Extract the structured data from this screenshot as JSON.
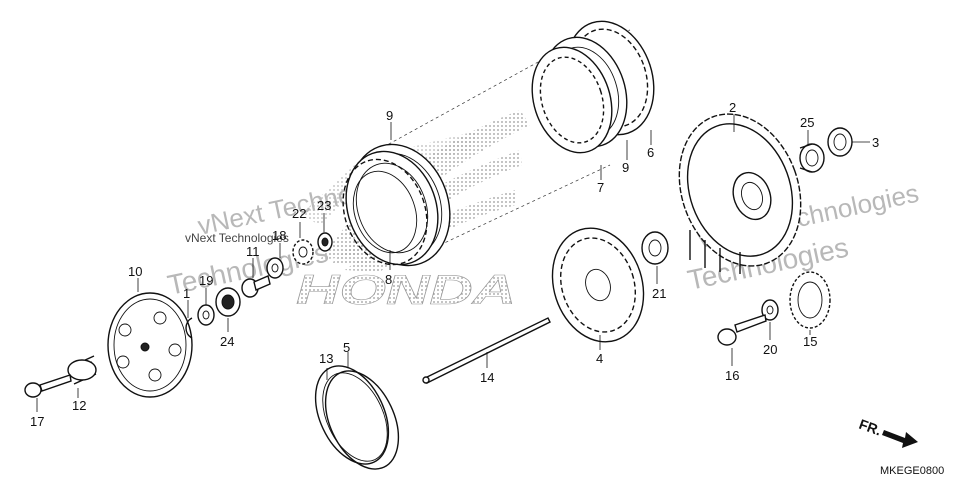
{
  "logo": {
    "text": "HONDA"
  },
  "watermarks": [
    "vNext Technologies",
    "Technologies",
    "vNext Technologies",
    "Technologies",
    "vNext Technologies"
  ],
  "direction": {
    "label": "FR."
  },
  "diagram_code": "MKEGE0800",
  "labels": {
    "p1": "1",
    "p2": "2",
    "p3": "3",
    "p4": "4",
    "p5": "5",
    "p6": "6",
    "p7": "7",
    "p8": "8",
    "p9a": "9",
    "p9b": "9",
    "p10": "10",
    "p11": "11",
    "p12": "12",
    "p13": "13",
    "p14": "14",
    "p15": "15",
    "p16": "16",
    "p17": "17",
    "p18": "18",
    "p19": "19",
    "p20": "20",
    "p21": "21",
    "p22": "22",
    "p23": "23",
    "p24": "24",
    "p25": "25"
  }
}
